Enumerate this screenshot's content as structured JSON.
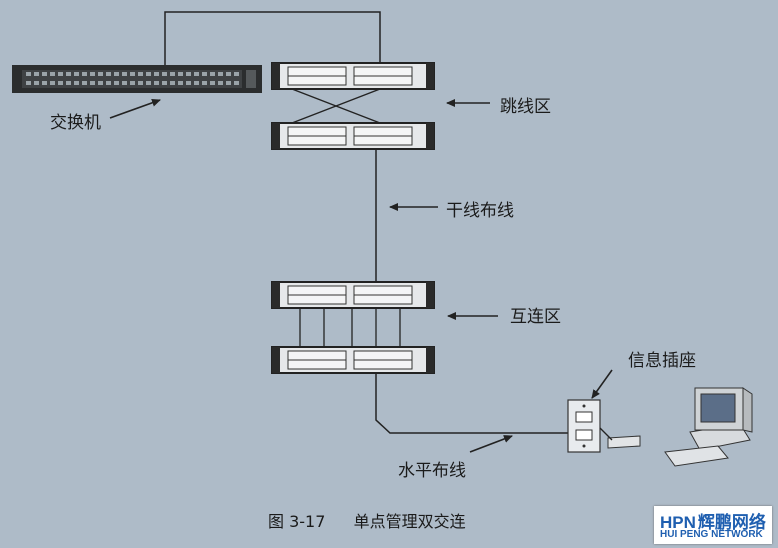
{
  "labels": {
    "switch": "交换机",
    "patch_area": "跳线区",
    "backbone": "干线布线",
    "crossconnect_area": "互连区",
    "outlet": "信息插座",
    "horizontal": "水平布线"
  },
  "caption": {
    "number": "图 3-17",
    "title": "单点管理双交连"
  },
  "logo": {
    "brand_latin": "HPN",
    "brand_cn": "辉鹏网络",
    "brand_sub": "HUI PENG NETWORK"
  }
}
